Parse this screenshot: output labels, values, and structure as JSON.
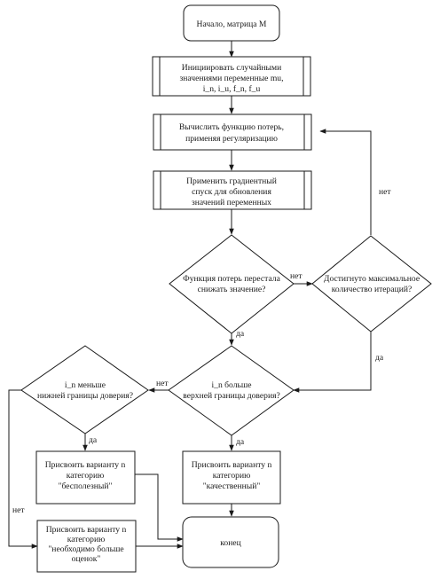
{
  "nodes": {
    "start": "Начало, матрица M",
    "init": [
      "Инициировать случайными",
      "значениями переменные mu,",
      "i_n, i_u, f_n, f_u"
    ],
    "loss": [
      "Вычислить функцию потерь,",
      "применяя регуляризацию"
    ],
    "grad": [
      "Применить градиентный",
      "спуск для обновления",
      "значений переменных"
    ],
    "dec_loss": [
      "Функция потерь перестала",
      "снижать значение?"
    ],
    "dec_iter": [
      "Достигнуто максимальное",
      "количество итераций?"
    ],
    "dec_upper": [
      "i_n больше",
      "верхней границы доверия?"
    ],
    "dec_lower": [
      "i_n меньше",
      "нижней границы доверия?"
    ],
    "assign_quality": [
      "Присвоить варианту n",
      "категорию",
      "\"качественный\""
    ],
    "assign_useless": [
      "Присвоить варианту n",
      "категорию",
      "\"бесполезный\""
    ],
    "assign_more": [
      "Присвоить варианту n",
      "категорию",
      "\"необходимо больше",
      "оценок\""
    ],
    "end": "конец"
  },
  "edge_labels": {
    "iter_no": "нет",
    "loss_no": "нет",
    "iter_yes": "да",
    "loss_yes": "да",
    "upper_no": "нет",
    "upper_yes": "да",
    "lower_yes": "да",
    "lower_no": "нет"
  }
}
